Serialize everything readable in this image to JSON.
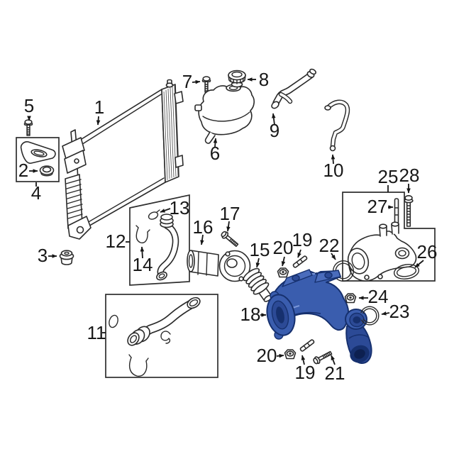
{
  "diagram": {
    "background": "#ffffff",
    "line_color": "#2a2a2a",
    "text_color": "#181818",
    "highlight": {
      "highlighted_callout": "18",
      "fill": "#3a5dae",
      "shade": "#2c4a96",
      "dark": "#16306e",
      "deep": "#0d2050",
      "top": "#4a6cbc",
      "light": "#7b97d8"
    },
    "callouts": {
      "c1": "1",
      "c2": "2",
      "c3": "3",
      "c4": "4",
      "c5": "5",
      "c6": "6",
      "c7": "7",
      "c8": "8",
      "c9": "9",
      "c10": "10",
      "c11": "11",
      "c12": "12",
      "c13": "13",
      "c14": "14",
      "c15": "15",
      "c16": "16",
      "c17": "17",
      "c18": "18",
      "c19a": "19",
      "c19b": "19",
      "c20a": "20",
      "c20b": "20",
      "c21": "21",
      "c22": "22",
      "c23": "23",
      "c24": "24",
      "c25": "25",
      "c26": "26",
      "c27": "27",
      "c28": "28"
    }
  }
}
